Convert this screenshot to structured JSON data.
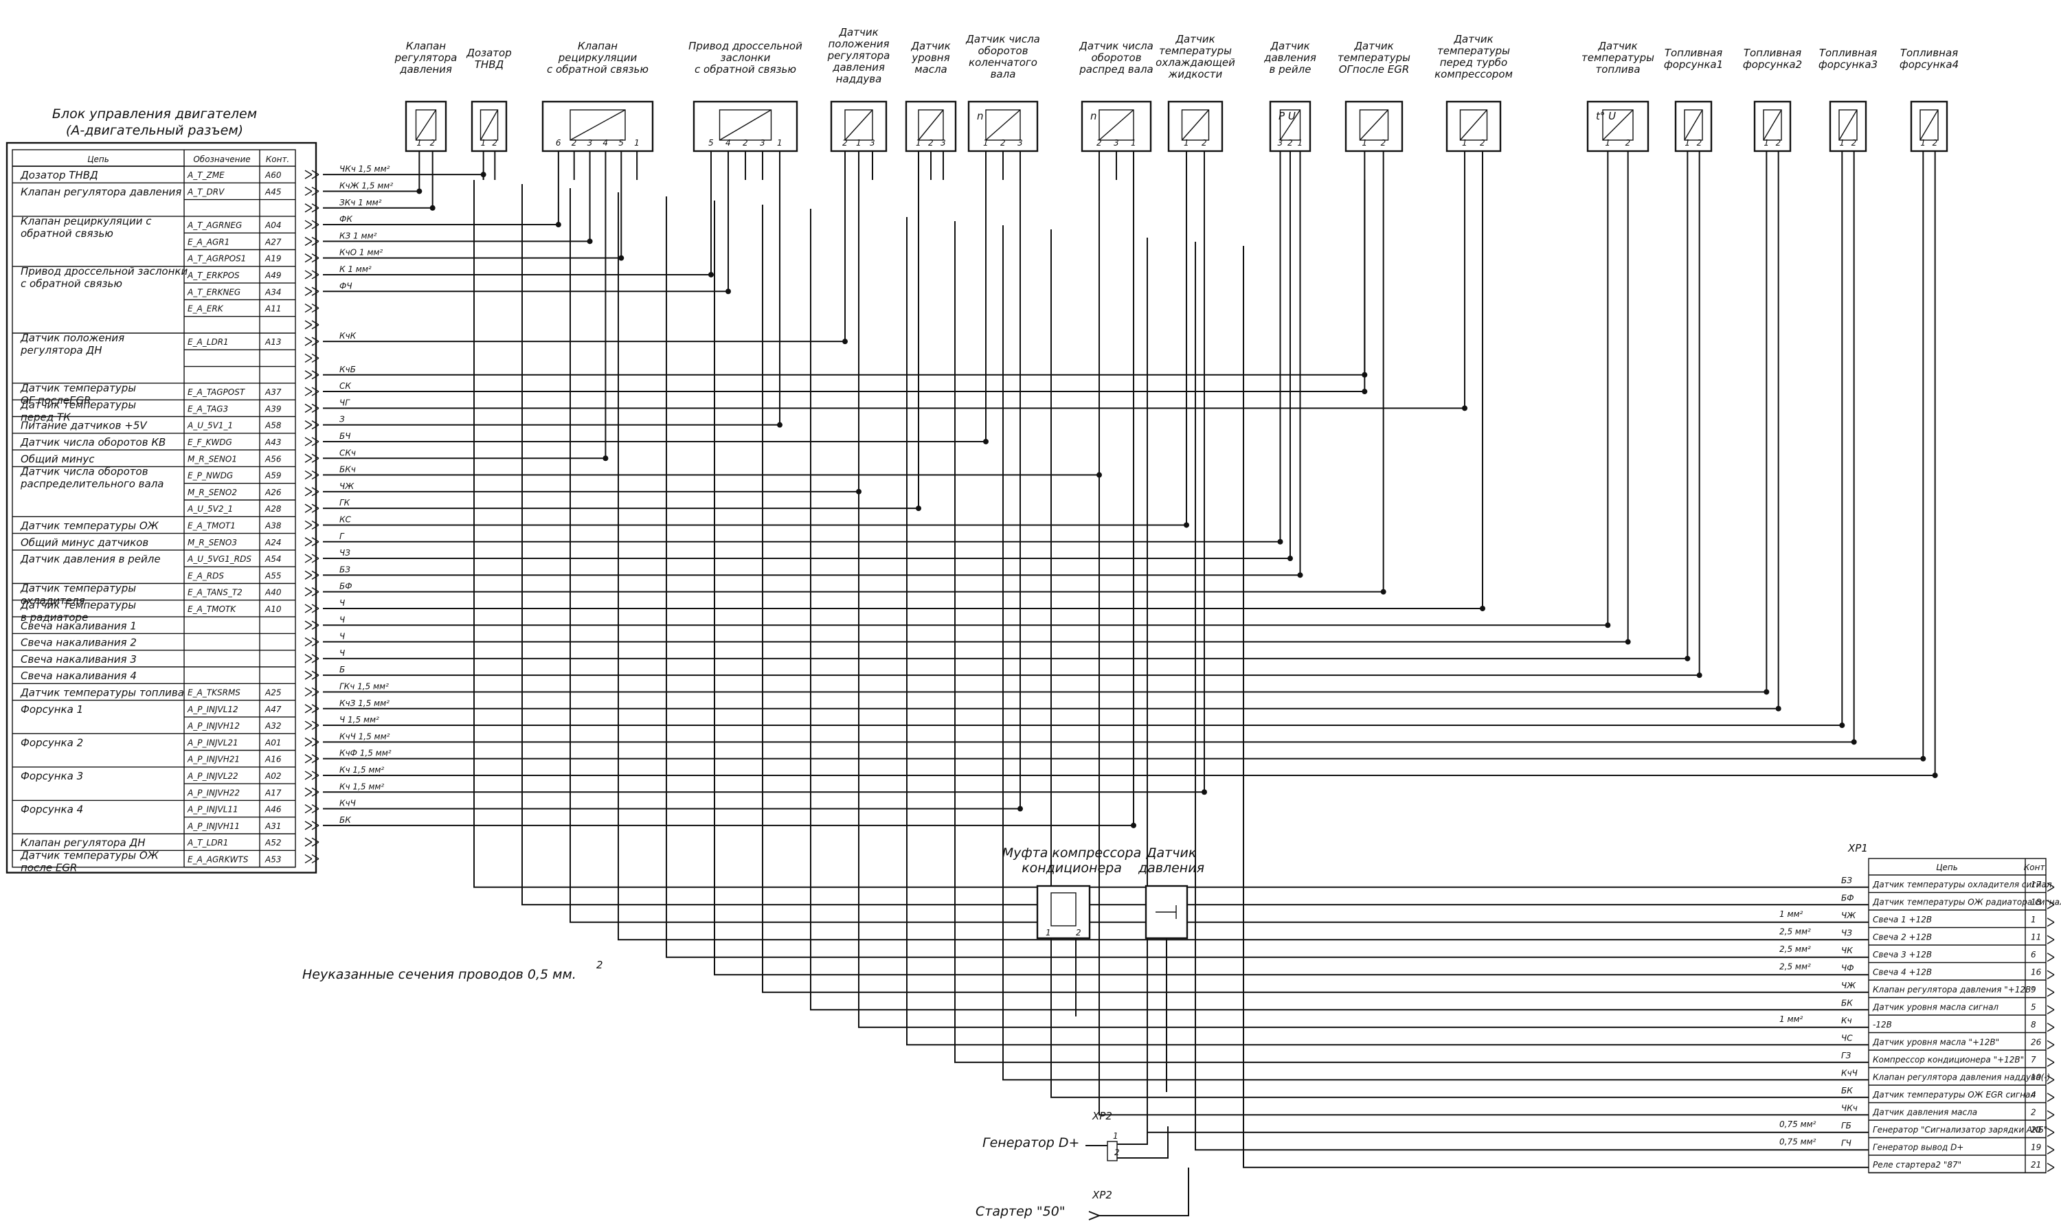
{
  "ecu": {
    "title1": "Блок управления двигателем",
    "title2": "(A-двигательный разъем)",
    "headers": [
      "Цепь",
      "Обозначение",
      "Конт."
    ],
    "rows": [
      {
        "name": "Дозатор ТНВД",
        "code": "A_T_ZME",
        "pin": "A60",
        "wire": "ЧКч 1,5 мм²"
      },
      {
        "name": "Клапан регулятора давления",
        "code": "A_T_DRV",
        "pin": "A45",
        "wire": "КчЖ 1,5 мм²"
      },
      {
        "name": "",
        "code": "",
        "pin": "",
        "wire": "ЗКч 1 мм²"
      },
      {
        "name": "Клапан рециркуляции с обратной связью",
        "code": "A_T_AGRNEG",
        "pin": "A04",
        "wire": "ФК"
      },
      {
        "name": "",
        "code": "E_A_AGR1",
        "pin": "A27",
        "wire": "КЗ 1 мм²"
      },
      {
        "name": "",
        "code": "A_T_AGRPOS1",
        "pin": "A19",
        "wire": "КчО 1 мм²"
      },
      {
        "name": "Привод дроссельной заслонки с обратной связью",
        "code": "A_T_ERKPOS",
        "pin": "A49",
        "wire": "К 1 мм²"
      },
      {
        "name": "",
        "code": "A_T_ERKNEG",
        "pin": "A34",
        "wire": "ФЧ"
      },
      {
        "name": "",
        "code": "E_A_ERK",
        "pin": "A11",
        "wire": ""
      },
      {
        "name": "",
        "code": "",
        "pin": "",
        "wire": ""
      },
      {
        "name": "Датчик положения регулятора ДН",
        "code": "E_A_LDR1",
        "pin": "A13",
        "wire": "КчК"
      },
      {
        "name": "",
        "code": "",
        "pin": "",
        "wire": ""
      },
      {
        "name": "",
        "code": "",
        "pin": "",
        "wire": "КчБ"
      },
      {
        "name": "Датчик температуры ОГ послеEGR",
        "code": "E_A_TAGPOST",
        "pin": "A37",
        "wire": "СК"
      },
      {
        "name": "Датчик температуры перед ТК",
        "code": "E_A_TAG3",
        "pin": "A39",
        "wire": "ЧГ"
      },
      {
        "name": "Питание датчиков +5V",
        "code": "A_U_5V1_1",
        "pin": "A58",
        "wire": "З"
      },
      {
        "name": "Датчик числа оборотов КВ",
        "code": "E_F_KWDG",
        "pin": "A43",
        "wire": "БЧ"
      },
      {
        "name": "Общий минус",
        "code": "M_R_SENO1",
        "pin": "A56",
        "wire": "СКч"
      },
      {
        "name": "Датчик числа оборотов распределительного вала",
        "code": "E_P_NWDG",
        "pin": "A59",
        "wire": "БКч"
      },
      {
        "name": "",
        "code": "M_R_SENO2",
        "pin": "A26",
        "wire": "ЧЖ"
      },
      {
        "name": "",
        "code": "A_U_5V2_1",
        "pin": "A28",
        "wire": "ГК"
      },
      {
        "name": "Датчик температуры ОЖ",
        "code": "E_A_TMOT1",
        "pin": "A38",
        "wire": "КС"
      },
      {
        "name": "Общий минус датчиков",
        "code": "M_R_SENO3",
        "pin": "A24",
        "wire": "Г"
      },
      {
        "name": "Датчик давления в рейле",
        "code": "A_U_5VG1_RDS",
        "pin": "A54",
        "wire": "ЧЗ"
      },
      {
        "name": "",
        "code": "E_A_RDS",
        "pin": "A55",
        "wire": "БЗ"
      },
      {
        "name": "Датчик температуры охладителя",
        "code": "E_A_TANS_T2",
        "pin": "A40",
        "wire": "БФ"
      },
      {
        "name": "Датчик температуры в радиаторе",
        "code": "E_A_TMOTK",
        "pin": "A10",
        "wire": "Ч"
      },
      {
        "name": "Свеча накаливания 1",
        "code": "",
        "pin": "",
        "wire": "Ч"
      },
      {
        "name": "Свеча накаливания 2",
        "code": "",
        "pin": "",
        "wire": "Ч"
      },
      {
        "name": "Свеча накаливания 3",
        "code": "",
        "pin": "",
        "wire": "Ч"
      },
      {
        "name": "Свеча накаливания 4",
        "code": "",
        "pin": "",
        "wire": "Б"
      },
      {
        "name": "Датчик температуры топлива",
        "code": "E_A_TKSRMS",
        "pin": "A25",
        "wire": "ГКч 1,5 мм²"
      },
      {
        "name": "Форсунка 1",
        "code": "A_P_INJVL12",
        "pin": "A47",
        "wire": "КчЗ 1,5 мм²"
      },
      {
        "name": "",
        "code": "A_P_INJVH12",
        "pin": "A32",
        "wire": "Ч 1,5 мм²"
      },
      {
        "name": "Форсунка 2",
        "code": "A_P_INJVL21",
        "pin": "A01",
        "wire": "КчЧ 1,5 мм²"
      },
      {
        "name": "",
        "code": "A_P_INJVH21",
        "pin": "A16",
        "wire": "КчФ 1,5 мм²"
      },
      {
        "name": "Форсунка 3",
        "code": "A_P_INJVL22",
        "pin": "A02",
        "wire": "Кч 1,5 мм²"
      },
      {
        "name": "",
        "code": "A_P_INJVH22",
        "pin": "A17",
        "wire": "Кч 1,5 мм²"
      },
      {
        "name": "Форсунка 4",
        "code": "A_P_INJVL11",
        "pin": "A46",
        "wire": "КчЧ"
      },
      {
        "name": "",
        "code": "A_P_INJVH11",
        "pin": "A31",
        "wire": "БК"
      },
      {
        "name": "Клапан регулятора ДН",
        "code": "A_T_LDR1",
        "pin": "A52",
        "wire": ""
      },
      {
        "name": "Датчик температуры ОЖ после EGR",
        "code": "E_A_AGRKWTS",
        "pin": "A53",
        "wire": ""
      }
    ]
  },
  "components": [
    {
      "id": "drv",
      "label": [
        "Клапан",
        "регулятора",
        "давления"
      ],
      "pins": [
        "1",
        "2"
      ]
    },
    {
      "id": "zme",
      "label": [
        "Дозатор",
        "ТНВД"
      ],
      "pins": [
        "1",
        "2"
      ]
    },
    {
      "id": "agr",
      "label": [
        "Клапан",
        "рециркуляции",
        "с обратной связью"
      ],
      "pins": [
        "6",
        "2",
        "3",
        "4",
        "5",
        "1"
      ]
    },
    {
      "id": "erk",
      "label": [
        "Привод дроссельной",
        "заслонки",
        "с обратной связью"
      ],
      "pins": [
        "5",
        "4",
        "2",
        "3",
        "1"
      ]
    },
    {
      "id": "ldr",
      "label": [
        "Датчик",
        "положения",
        "регулятора",
        "давления",
        "наддува"
      ],
      "pins": [
        "2",
        "1",
        "3"
      ]
    },
    {
      "id": "oil",
      "label": [
        "Датчик",
        "уровня",
        "масла"
      ],
      "pins": [
        "1",
        "2",
        "3"
      ]
    },
    {
      "id": "kv",
      "label": [
        "Датчик числа",
        "оборотов",
        "коленчатого",
        "вала"
      ],
      "pins": [
        "1",
        "2",
        "3"
      ],
      "symbol": "n"
    },
    {
      "id": "rv",
      "label": [
        "Датчик числа",
        "оборотов",
        "распред вала"
      ],
      "pins": [
        "2",
        "3",
        "1"
      ],
      "symbol": "n"
    },
    {
      "id": "coolant",
      "label": [
        "Датчик",
        "температуры",
        "охлаждающей",
        "жидкости"
      ],
      "pins": [
        "1",
        "2"
      ]
    },
    {
      "id": "rail",
      "label": [
        "Датчик",
        "давления",
        "в рейле"
      ],
      "pins": [
        "3",
        "2",
        "1"
      ],
      "symbol": "P U"
    },
    {
      "id": "egr",
      "label": [
        "Датчик",
        "температуры",
        "ОГпосле EGR"
      ],
      "pins": [
        "1",
        "2"
      ]
    },
    {
      "id": "turbo",
      "label": [
        "Датчик",
        "температуры",
        "перед турбо",
        "компрессором"
      ],
      "pins": [
        "1",
        "2"
      ]
    },
    {
      "id": "fuel",
      "label": [
        "Датчик",
        "температуры",
        "топлива"
      ],
      "pins": [
        "1",
        "2"
      ],
      "symbol": "t° U"
    },
    {
      "id": "inj1",
      "label": [
        "Топливная",
        "форсунка1"
      ],
      "pins": [
        "1",
        "2"
      ]
    },
    {
      "id": "inj2",
      "label": [
        "Топливная",
        "форсунка2"
      ],
      "pins": [
        "1",
        "2"
      ]
    },
    {
      "id": "inj3",
      "label": [
        "Топливная",
        "форсунка3"
      ],
      "pins": [
        "1",
        "2"
      ]
    },
    {
      "id": "inj4",
      "label": [
        "Топливная",
        "форсунка4"
      ],
      "pins": [
        "1",
        "2"
      ]
    }
  ],
  "bottom_components": [
    {
      "id": "ac",
      "label": [
        "Муфта компрессора",
        "кондиционера"
      ],
      "pins": [
        "1",
        "2"
      ]
    },
    {
      "id": "oilp",
      "label": [
        "Датчик",
        "давления"
      ]
    }
  ],
  "xp1": {
    "title": "XP1",
    "headers": [
      "Цепь",
      "Конт."
    ],
    "rows": [
      {
        "wire": "БЗ",
        "section": "",
        "name": "Датчик температуры охладителя сигнал",
        "pin": "17"
      },
      {
        "wire": "БФ",
        "section": "",
        "name": "Датчик температуры ОЖ радиатора сигнал",
        "pin": "18"
      },
      {
        "wire": "ЧЖ",
        "section": "1 мм²",
        "name": "Свеча 1 +12В",
        "pin": "1"
      },
      {
        "wire": "ЧЗ",
        "section": "2,5 мм²",
        "name": "Свеча 2 +12В",
        "pin": "11"
      },
      {
        "wire": "ЧК",
        "section": "2,5 мм²",
        "name": "Свеча 3 +12В",
        "pin": "6"
      },
      {
        "wire": "ЧФ",
        "section": "2,5 мм²",
        "name": "Свеча 4 +12В",
        "pin": "16"
      },
      {
        "wire": "ЧЖ",
        "section": "",
        "name": "Клапан регулятора давления \"+12В\"",
        "pin": "9"
      },
      {
        "wire": "БК",
        "section": "",
        "name": "Датчик уровня масла сигнал",
        "pin": "5"
      },
      {
        "wire": "Кч",
        "section": "1 мм²",
        "name": "-12В",
        "pin": "8"
      },
      {
        "wire": "ЧС",
        "section": "",
        "name": "Датчик уровня масла \"+12В\"",
        "pin": "26"
      },
      {
        "wire": "ГЗ",
        "section": "",
        "name": "Компрессор кондиционера \"+12В\"",
        "pin": "7"
      },
      {
        "wire": "КчЧ",
        "section": "",
        "name": "Клапан регулятора давления наддува(-)",
        "pin": "10"
      },
      {
        "wire": "БК",
        "section": "",
        "name": "Датчик температуры ОЖ EGR сигнал",
        "pin": "4"
      },
      {
        "wire": "ЧКч",
        "section": "",
        "name": "Датчик давления масла",
        "pin": "2"
      },
      {
        "wire": "ГБ",
        "section": "0,75 мм²",
        "name": "Генератор \"Сигнализатор зарядки АКБ\"",
        "pin": "20"
      },
      {
        "wire": "ГЧ",
        "section": "0,75 мм²",
        "name": "Генератор вывод D+",
        "pin": "19"
      },
      {
        "wire": "",
        "section": "",
        "name": "Реле стартера2 \"87\"",
        "pin": "21"
      }
    ]
  },
  "xp2": {
    "label": "XP2",
    "generator": "Генератор D+",
    "starter": "Стартер \"50\"",
    "gen_pins": [
      "1",
      "2"
    ]
  },
  "note": "Неуказанные сечения проводов 0,5 мм."
}
